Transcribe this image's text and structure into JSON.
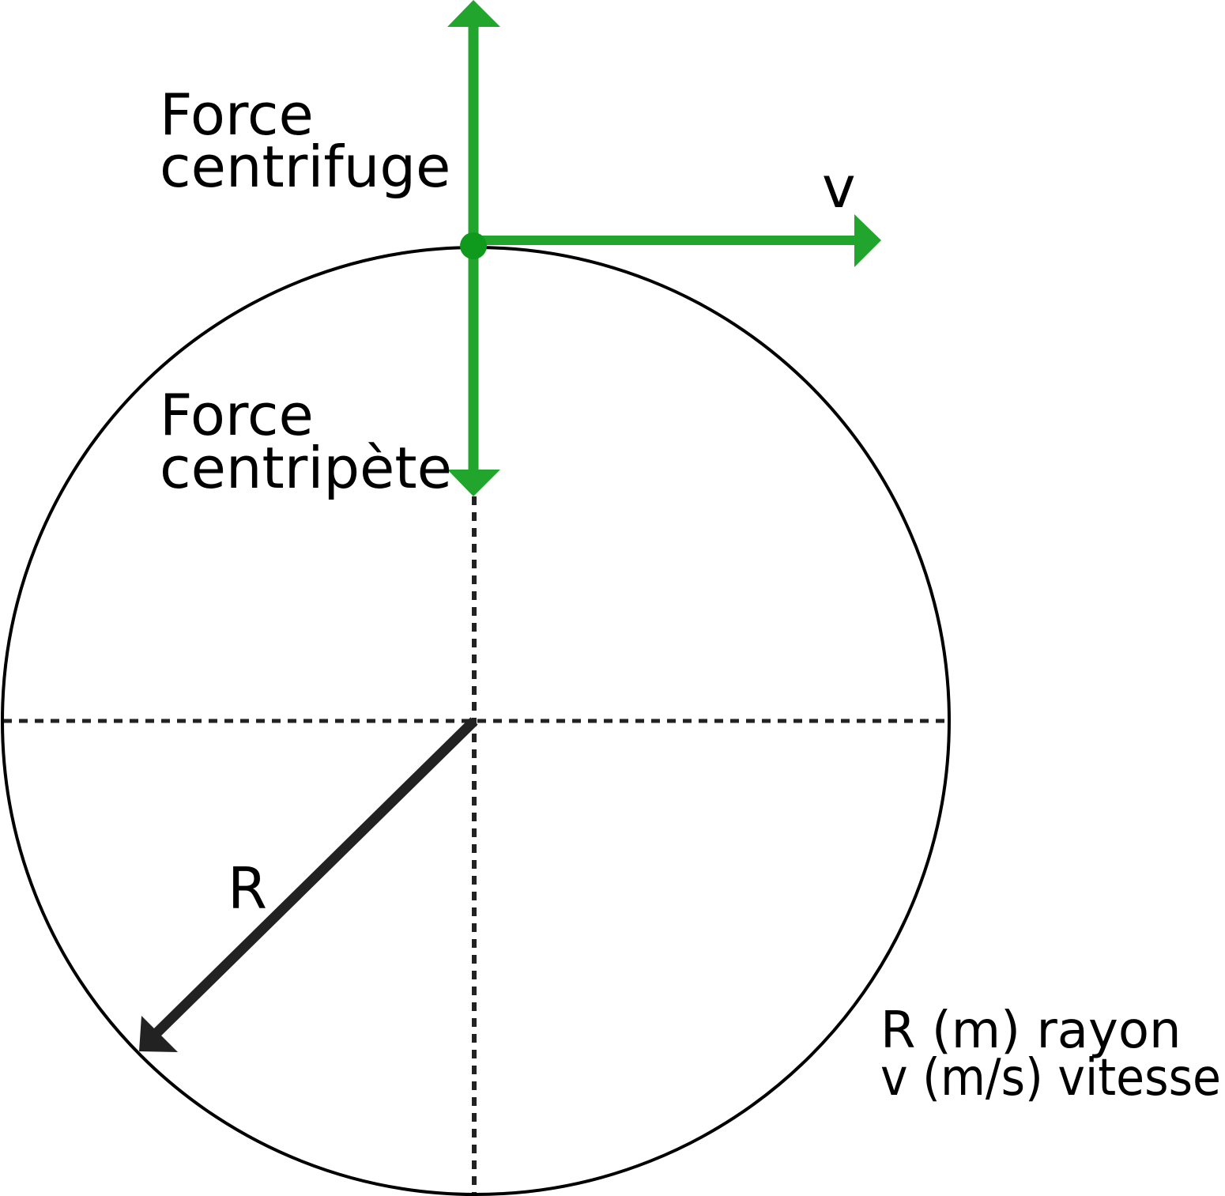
{
  "colors": {
    "force_arrows": "#22a52c",
    "point": "#0f9a1e",
    "radius_arrow": "#222222",
    "circle": "#000000",
    "dashed_axes": "#222222"
  },
  "labels": {
    "centrifugal_line1": "Force",
    "centrifugal_line2": "centrifuge",
    "centripetal_line1": "Force",
    "centripetal_line2": "centripète",
    "velocity": "v",
    "radius": "R"
  },
  "legend": {
    "radius": "R  (m) rayon",
    "velocity": "v  (m/s) vitesse"
  }
}
